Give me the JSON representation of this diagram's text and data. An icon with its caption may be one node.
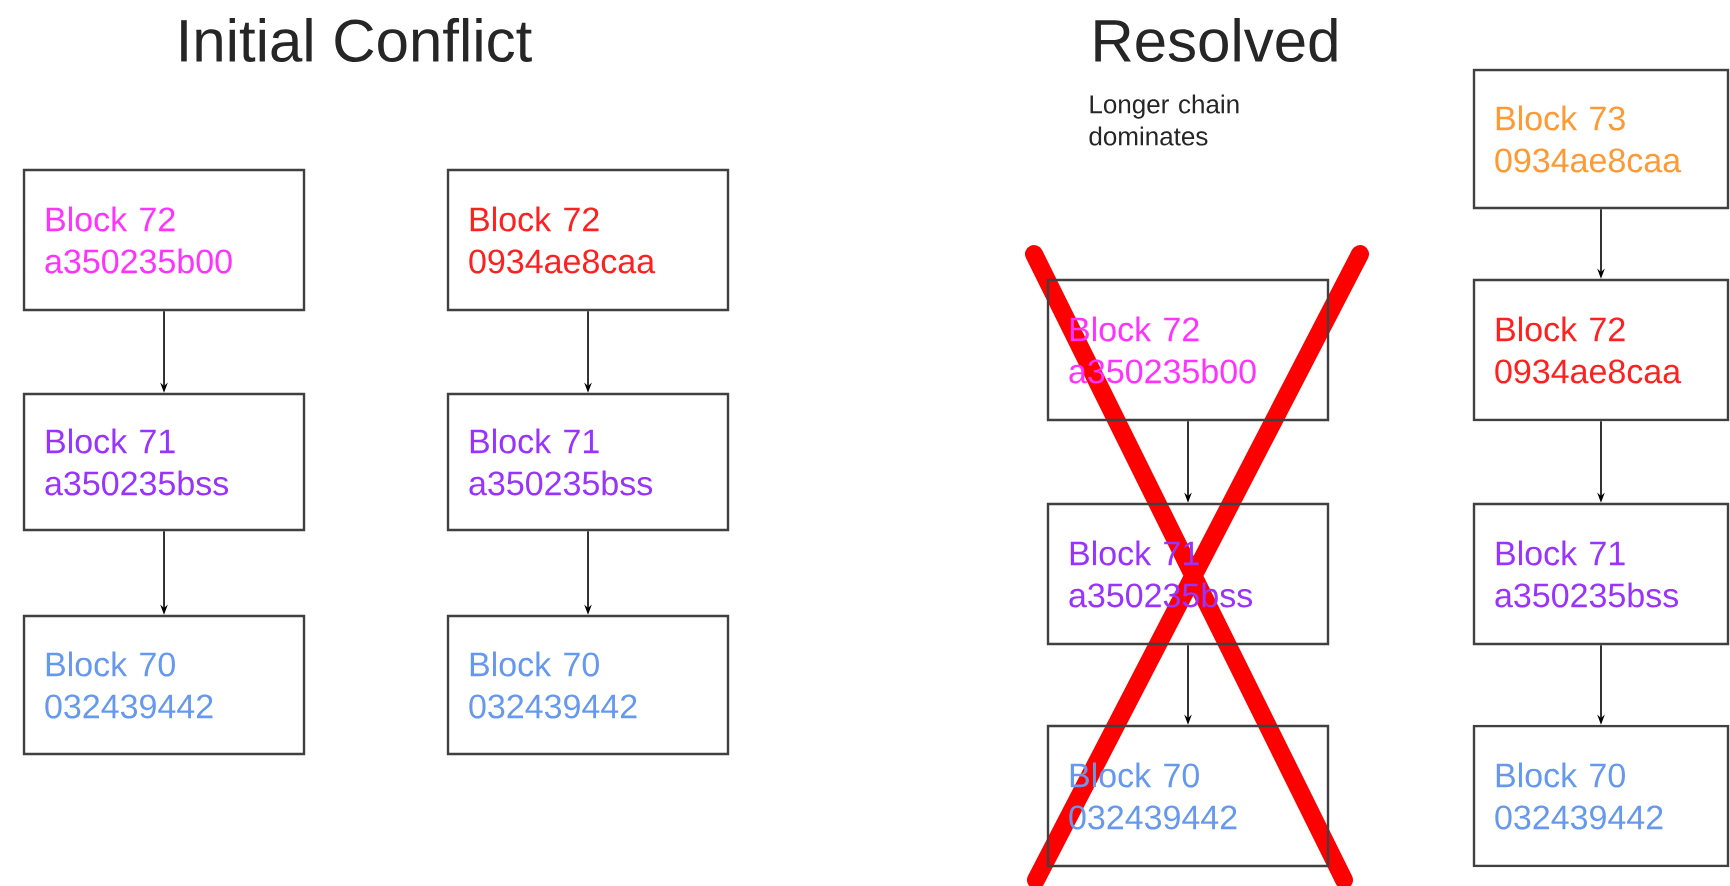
{
  "diagram": {
    "nodes": [
      {
        "text": [
          "Block 72",
          "a350235b00"
        ]
      },
      {
        "text": [
          "Block 71",
          "a350235bss"
        ]
      },
      {
        "text": [
          "Block 70",
          "032439442"
        ]
      },
      {
        "text": [
          "Block 72",
          "0934ae8caa"
        ]
      },
      {
        "text": [
          "Block 71",
          "a350235bss"
        ]
      },
      {
        "text": [
          "Block 70",
          "032439442"
        ]
      },
      {
        "text": [
          "Block 72",
          "a350235b00"
        ]
      },
      {
        "text": [
          "Block 71",
          "a350235bss"
        ]
      },
      {
        "text": [
          "Block 70",
          "032439442"
        ]
      },
      {
        "text": [
          "Block 73",
          "0934ae8caa"
        ]
      },
      {
        "text": [
          "Block 72",
          "0934ae8caa"
        ]
      },
      {
        "text": [
          "Block 71",
          "a350235bss"
        ]
      },
      {
        "text": [
          "Block 70",
          "032439442"
        ]
      }
    ],
    "edges": [
      {
        "from": 0,
        "to": 1,
        "arrow": "to"
      },
      {
        "from": 1,
        "to": 2,
        "arrow": "to"
      },
      {
        "from": 3,
        "to": 4,
        "arrow": "to"
      },
      {
        "from": 4,
        "to": 5,
        "arrow": "to"
      },
      {
        "from": 6,
        "to": 7,
        "arrow": "to"
      },
      {
        "from": 7,
        "to": 8,
        "arrow": "to"
      },
      {
        "from": 9,
        "to": 10,
        "arrow": "to"
      },
      {
        "from": 10,
        "to": 11,
        "arrow": "to"
      },
      {
        "from": 11,
        "to": 12,
        "arrow": "to"
      }
    ],
    "labels": [
      "Initial Conflict",
      "Resolved",
      "Longer chain dominates"
    ]
  }
}
